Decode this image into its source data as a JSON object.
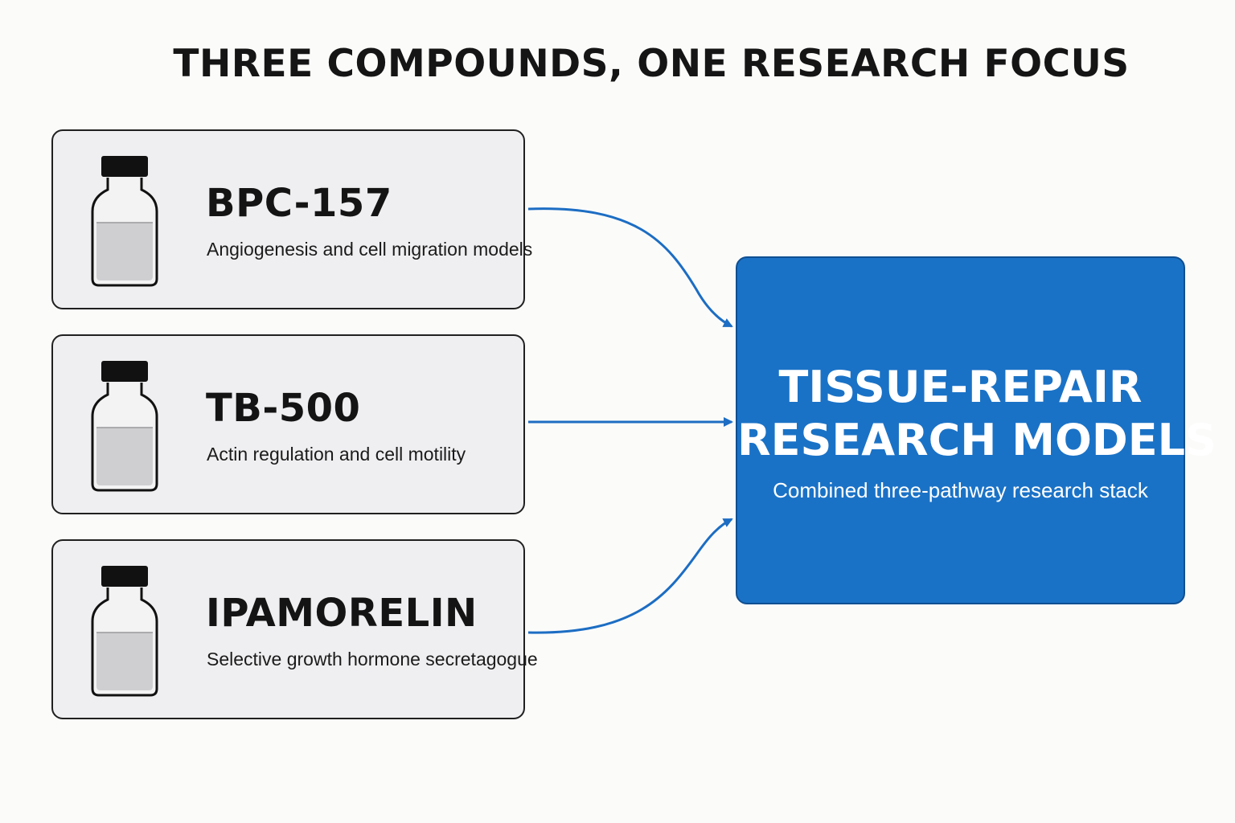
{
  "title": "THREE COMPOUNDS, ONE RESEARCH FOCUS",
  "compounds": [
    {
      "name": "BPC-157",
      "description": "Angiogenesis and cell migration models"
    },
    {
      "name": "TB-500",
      "description": "Actin regulation and cell motility"
    },
    {
      "name": "IPAMORELIN",
      "description": "Selective growth hormone secretagogue"
    }
  ],
  "target": {
    "title_line1": "TISSUE-REPAIR",
    "title_line2": "RESEARCH MODELS",
    "subtitle": "Combined three-pathway research stack"
  },
  "colors": {
    "accent": "#1a72c6",
    "arrow": "#1c6dc3",
    "card_background": "#efeff1"
  },
  "icons": {
    "compound": "vial-icon",
    "connector": "arrow-right"
  }
}
